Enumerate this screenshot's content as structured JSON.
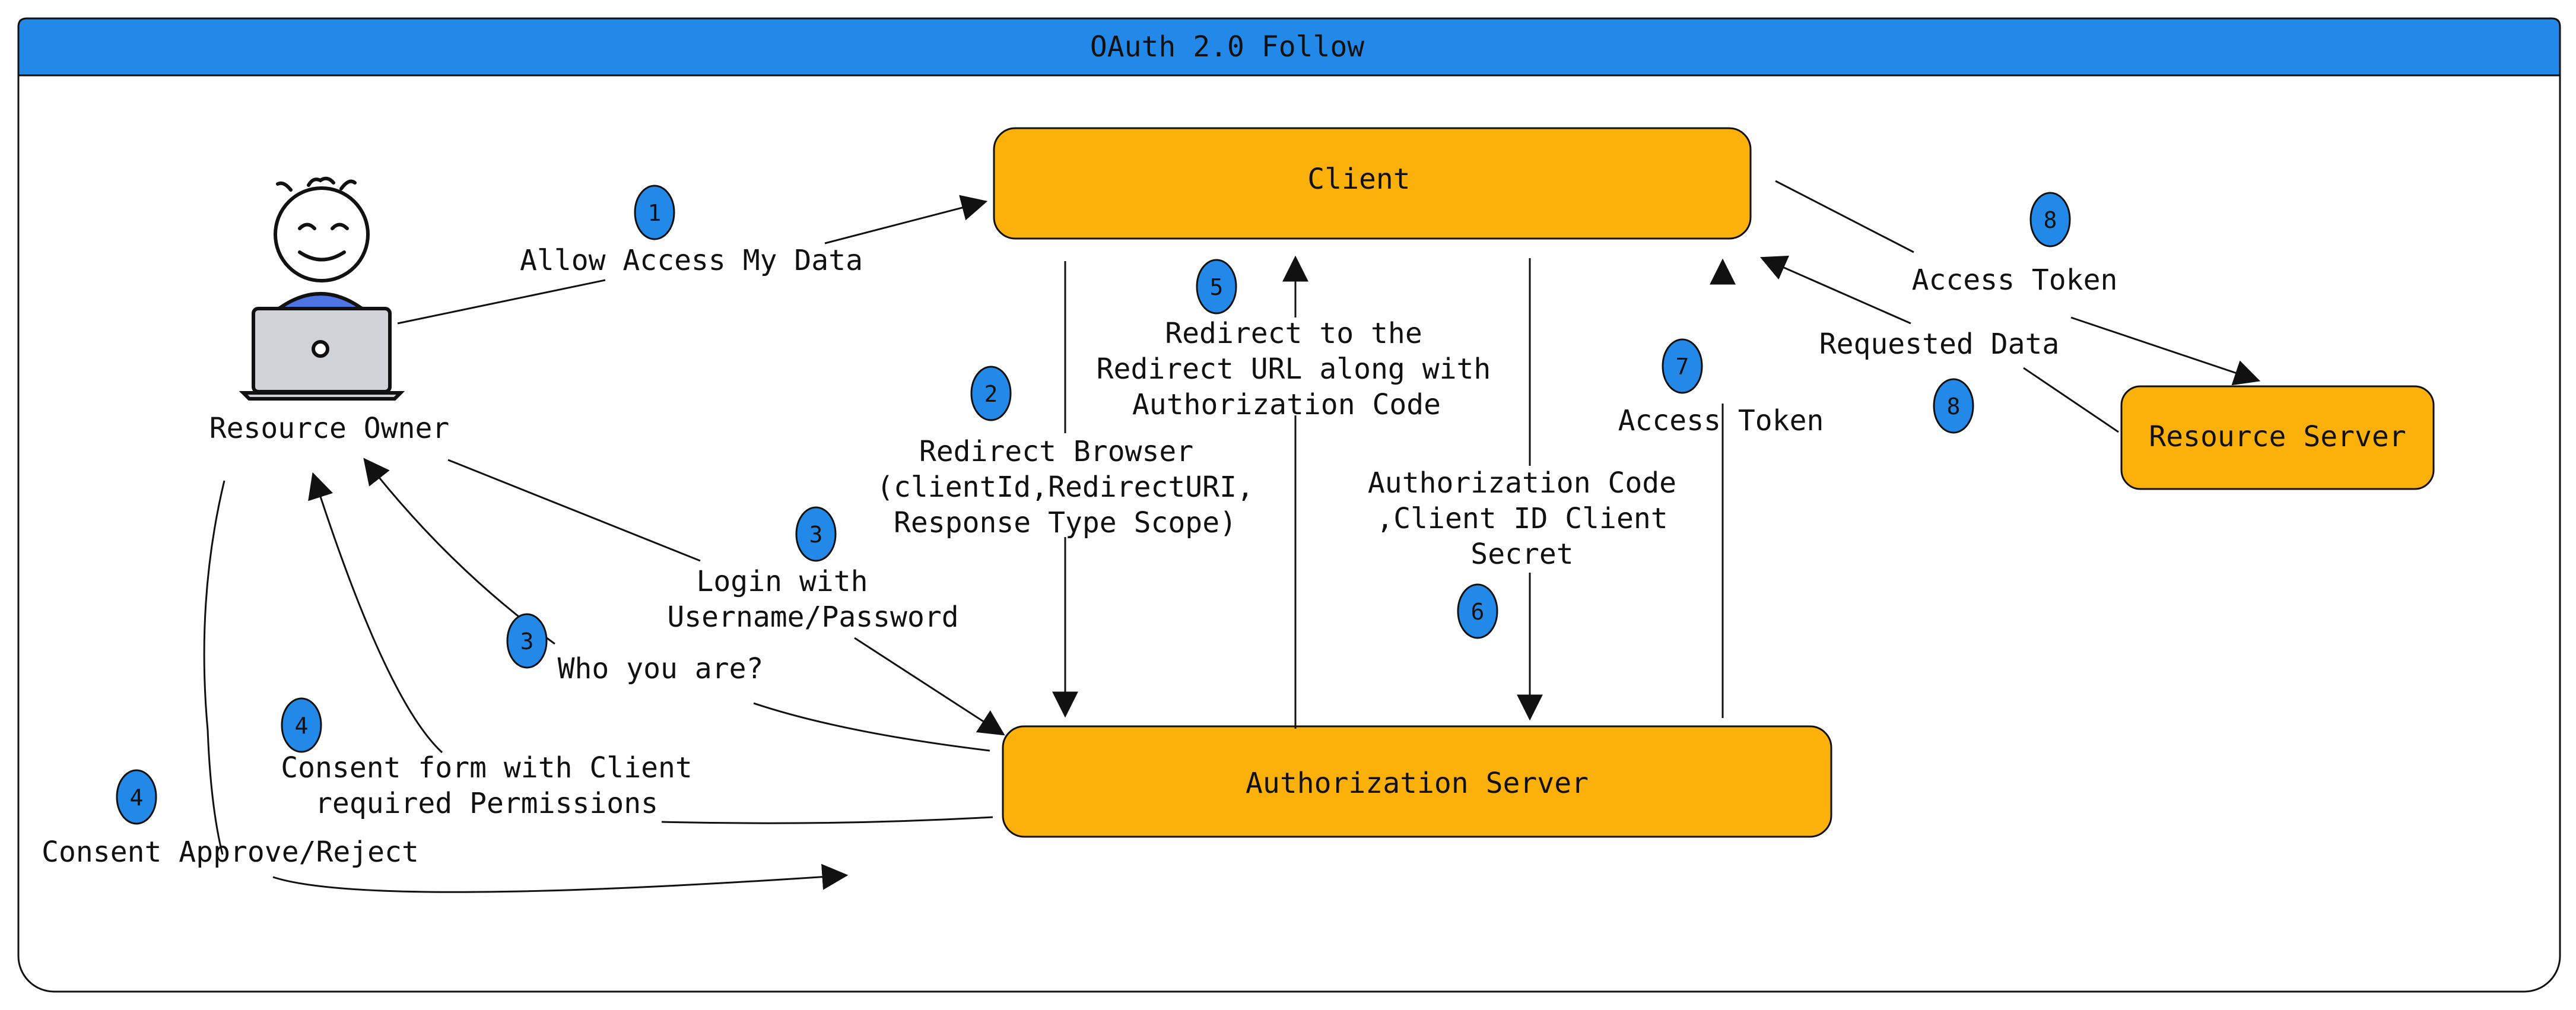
{
  "title": "OAuth 2.0 Follow",
  "colors": {
    "header": "#2389e8",
    "box": "#fbb10a",
    "badge": "#2389e8",
    "stroke": "#111111",
    "laptop": "#cfd3d8",
    "shirt": "#4f74e3"
  },
  "actors": {
    "resource_owner": "Resource Owner"
  },
  "boxes": {
    "client": "Client",
    "auth_server": "Authorization Server",
    "resource_server": "Resource Server"
  },
  "badges": {
    "b1": "1",
    "b2": "2",
    "b3a": "3",
    "b3b": "3",
    "b4a": "4",
    "b4b": "4",
    "b5": "5",
    "b6": "6",
    "b7": "7",
    "b8a": "8",
    "b8b": "8"
  },
  "labels": {
    "allow_access": "Allow Access My Data",
    "redirect_browser": [
      "Redirect Browser",
      "(clientId,RedirectURI,",
      "Response Type Scope)"
    ],
    "redirect_url": [
      "Redirect to the",
      "Redirect URL along with",
      "Authorization Code"
    ],
    "auth_code": [
      "Authorization Code",
      ",Client ID Client",
      "Secret"
    ],
    "access_token_7": "Access Token",
    "access_token_8": "Access Token",
    "requested_data": "Requested Data",
    "login": [
      "Login with",
      "Username/Password"
    ],
    "who_you_are": "Who you are?",
    "consent_form": [
      "Consent form with Client",
      "required Permissions"
    ],
    "consent_approve": "Consent Approve/Reject"
  }
}
